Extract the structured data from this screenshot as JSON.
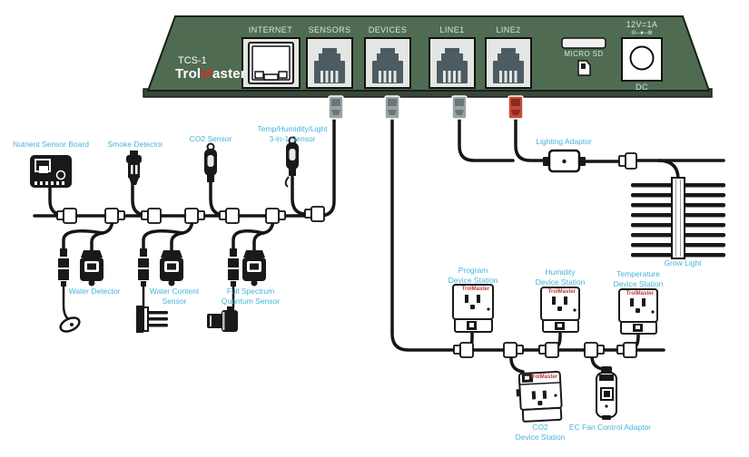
{
  "panel": {
    "model": "TCS-1",
    "brand": {
      "part1": "Trol",
      "accent": "M",
      "part2": "aster"
    },
    "port_labels": {
      "internet": "INTERNET",
      "sensors": "SENSORS",
      "devices": "DEVICES",
      "line1": "LINE1",
      "line2": "LINE2"
    },
    "micro_sd_label": "MICRO SD",
    "power_rating": "12V=1A",
    "polarity_symbol": "⊖–●–⊕",
    "dc_label": "DC"
  },
  "sensors_branch": {
    "nutrient_sensor_board": "Nutrient Sensor Board",
    "smoke_detector": "Smoke Detector",
    "co2_sensor": "CO2 Sensor",
    "three_in_one_sensor": "Temp/Humidity/Light\n3-in-1 Sensor",
    "water_detector": "Water Detector",
    "water_content_sensor": "Water Content\nSensor",
    "quantum_sensor": "Full Spectrum\nQuantum Sensor"
  },
  "line_branch": {
    "lighting_adaptor": "Lighting Adaptor",
    "grow_light": "Grow Light"
  },
  "devices_branch": {
    "program_station": "Program\nDevice Station",
    "humidity_station": "Humidity\nDevice Station",
    "temperature_station": "Temperature\nDevice Station",
    "co2_station": "CO2\nDevice Station",
    "ec_fan_adaptor": "EC Fan Control Adaptor",
    "station_brand": "TrolMaster"
  },
  "colors": {
    "panel_green": "#4f6c52",
    "panel_edge_dark": "#39473a",
    "panel_text": "#dce3dc",
    "label_cyan": "#46b4d9",
    "brand_red": "#c0392b",
    "cable_black": "#161616",
    "plug_gray": "#99a3a5",
    "plug_red": "#c7493a",
    "jack_slate": "#4d5c62",
    "port_bg": "#e4e6e3"
  }
}
